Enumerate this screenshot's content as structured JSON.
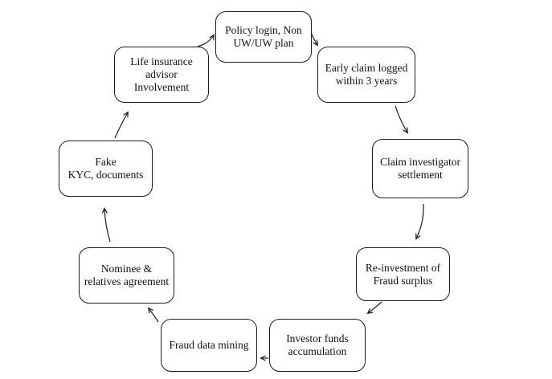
{
  "diagram": {
    "type": "cycle-flowchart",
    "background_color": "#ffffff",
    "line_color": "#1a1a1a",
    "nodes": [
      {
        "id": "policy-login",
        "lines": [
          "Policy login,  Non",
          "UW/UW plan"
        ]
      },
      {
        "id": "early-claim",
        "lines": [
          "Early claim logged",
          "within 3 years"
        ]
      },
      {
        "id": "claim-investigator",
        "lines": [
          "Claim investigator",
          "settlement"
        ]
      },
      {
        "id": "reinvestment",
        "lines": [
          "Re-investment of",
          "Fraud surplus"
        ]
      },
      {
        "id": "investor-funds",
        "lines": [
          "Investor funds",
          "accumulation"
        ]
      },
      {
        "id": "fraud-data-mining",
        "lines": [
          "Fraud data mining"
        ]
      },
      {
        "id": "nominee-relatives",
        "lines": [
          "Nominee &",
          "relatives agreement"
        ]
      },
      {
        "id": "fake-kyc",
        "lines": [
          "Fake",
          "KYC, documents"
        ]
      },
      {
        "id": "life-insurance-advisor",
        "lines": [
          "Life insurance",
          "advisor",
          "Involvement"
        ]
      }
    ],
    "edges": [
      {
        "from": "policy-login",
        "to": "early-claim"
      },
      {
        "from": "early-claim",
        "to": "claim-investigator"
      },
      {
        "from": "claim-investigator",
        "to": "reinvestment"
      },
      {
        "from": "reinvestment",
        "to": "investor-funds"
      },
      {
        "from": "investor-funds",
        "to": "fraud-data-mining"
      },
      {
        "from": "fraud-data-mining",
        "to": "nominee-relatives"
      },
      {
        "from": "nominee-relatives",
        "to": "fake-kyc"
      },
      {
        "from": "fake-kyc",
        "to": "life-insurance-advisor"
      },
      {
        "from": "life-insurance-advisor",
        "to": "policy-login"
      }
    ]
  }
}
